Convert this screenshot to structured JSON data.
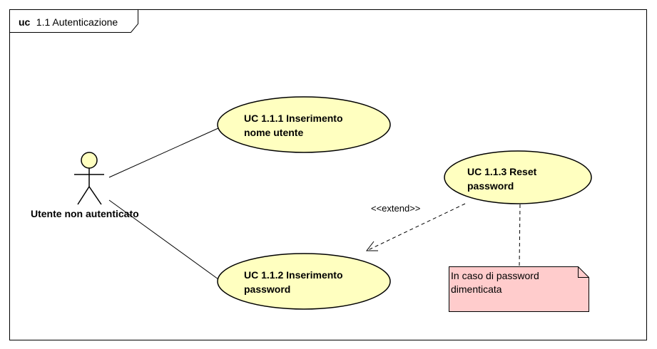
{
  "frame": {
    "keyword": "uc",
    "name": "1.1 Autenticazione"
  },
  "actor": {
    "name": "Utente non autenticato"
  },
  "use_cases": [
    {
      "line1": "UC 1.1.1 Inserimento",
      "line2": "nome utente"
    },
    {
      "line1": "UC 1.1.2 Inserimento",
      "line2": "password"
    },
    {
      "line1": "UC 1.1.3 Reset",
      "line2": "password"
    }
  ],
  "extend": {
    "label": "<<extend>>"
  },
  "note": {
    "line1": "In caso di password",
    "line2": "dimenticata"
  },
  "colors": {
    "use_case_fill": "#FFFFC0",
    "actor_fill": "#FFFFC0",
    "note_fill": "#FFCCCC",
    "stroke": "#000000"
  }
}
